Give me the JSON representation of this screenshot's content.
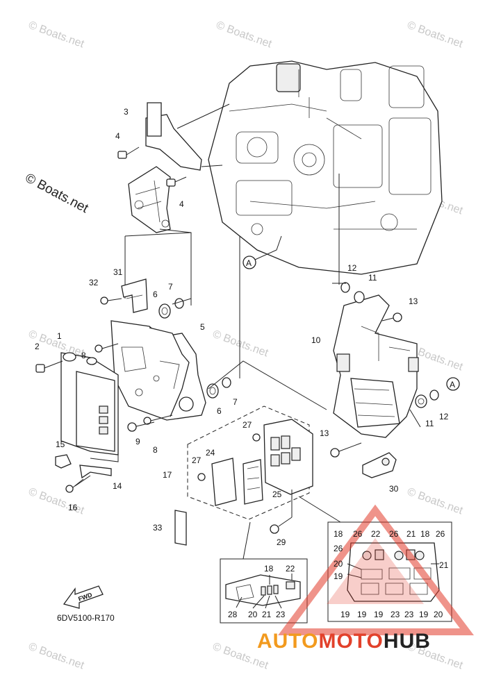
{
  "watermark_text": "© Boats.net",
  "diagram_code": "6DV5100-R170",
  "fwd_label": "FWD",
  "callout_A": "A",
  "brand": {
    "part1": "AUTO",
    "part2": "MOTO",
    "part3": "HUB",
    "color1": "#f29a1e",
    "color2": "#e2412b",
    "color3": "#222222",
    "logo_color": "#e23a2a"
  },
  "part_labels": {
    "p1": "1",
    "p2": "2",
    "p3": "3",
    "p4a": "4",
    "p4b": "4",
    "p5": "5",
    "p6a": "6",
    "p6b": "6",
    "p7a": "7",
    "p7b": "7",
    "p8a": "8",
    "p8b": "8",
    "p9": "9",
    "p10": "10",
    "p11a": "11",
    "p11b": "11",
    "p12a": "12",
    "p12b": "12",
    "p13a": "13",
    "p13b": "13",
    "p14": "14",
    "p15": "15",
    "p16": "16",
    "p17": "17",
    "p24": "24",
    "p25": "25",
    "p27a": "27",
    "p27b": "27",
    "p29": "29",
    "p30": "30",
    "p31": "31",
    "p32": "32",
    "p33": "33"
  },
  "inset_left": {
    "l18": "18",
    "l22": "22",
    "l28": "28",
    "l20": "20",
    "l21": "21",
    "l23": "23"
  },
  "inset_right": {
    "t18a": "18",
    "t26a": "26",
    "t22": "22",
    "t26b": "26",
    "t21a": "21",
    "t18b": "18",
    "t26c": "26",
    "t26d": "26",
    "t20a": "20",
    "t19a": "19",
    "t21b": "21",
    "b19a": "19",
    "b19b": "19",
    "b19c": "19",
    "b23a": "23",
    "b23b": "23",
    "b19d": "19",
    "b20": "20"
  }
}
